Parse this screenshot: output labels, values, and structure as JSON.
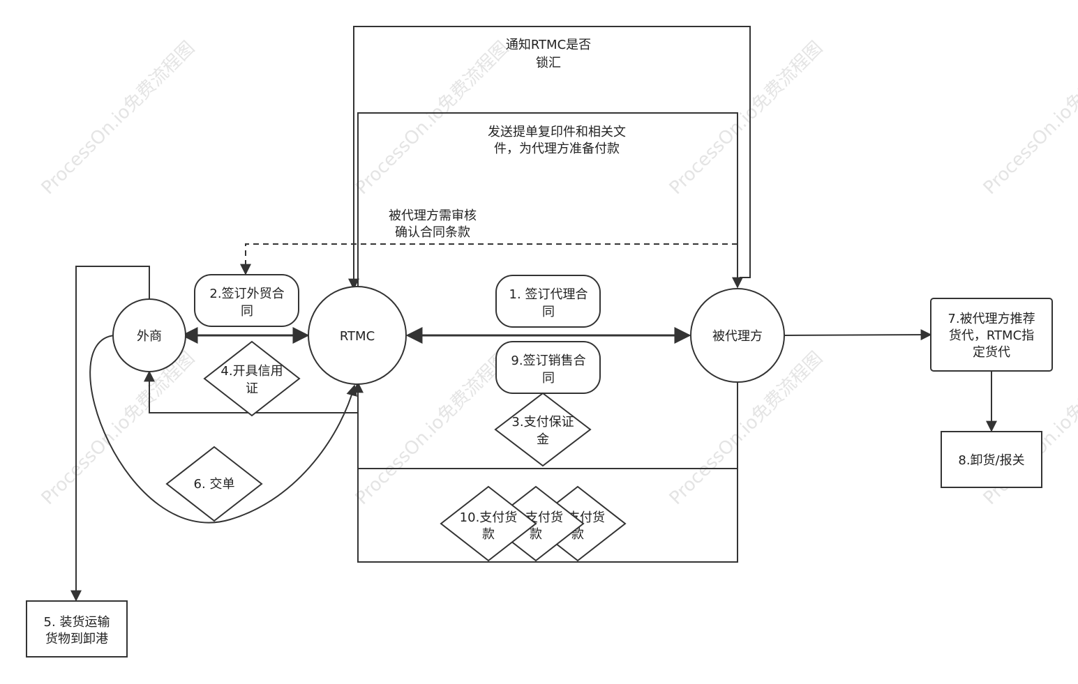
{
  "watermark": "ProcessOn.io免费流程图",
  "nodes": {
    "foreign_merchant": "外商",
    "rtmc": "RTMC",
    "principal": "被代理方",
    "step1": [
      "1. 签订代理合",
      "同"
    ],
    "step2": [
      "2.签订外贸合",
      "同"
    ],
    "step3": [
      "3.支付保证",
      "金"
    ],
    "step4": [
      "4.开具信用",
      "证"
    ],
    "step5": [
      "5. 装货运输",
      "货物到卸港"
    ],
    "step6": "6. 交单",
    "step7": [
      "7.被代理方推荐",
      "货代，RTMC指",
      "定货代"
    ],
    "step8": "8.卸货/报关",
    "step9": [
      "9.签订销售合",
      "同"
    ],
    "step10": [
      "10.支付货",
      "款"
    ],
    "pay_b": [
      "支付货",
      "款"
    ],
    "pay_c": [
      "支付货",
      "款"
    ]
  },
  "edge_labels": {
    "lock_fx": [
      "通知RTMC是否",
      "锁汇"
    ],
    "send_docs": [
      "发送提单复印件和相关文",
      "件，为代理方准备付款"
    ],
    "review": [
      "被代理方需审核",
      "确认合同条款"
    ]
  }
}
